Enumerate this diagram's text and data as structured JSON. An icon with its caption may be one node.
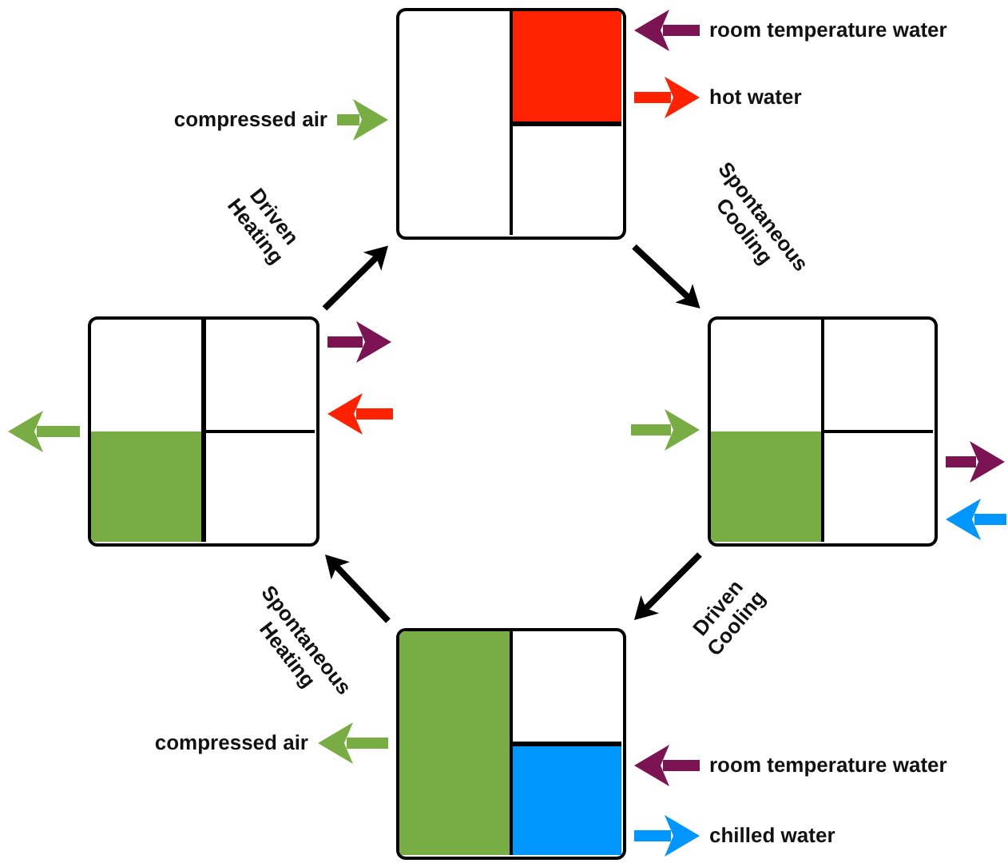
{
  "diagram": {
    "nodes": [
      {
        "text": [],
        "shape": "box"
      },
      {
        "text": [
          "room temperature water"
        ]
      },
      {
        "text": [
          "hot water"
        ]
      },
      {
        "text": [
          "compressed air"
        ]
      },
      {
        "text": [],
        "shape": "box"
      },
      {
        "text": [],
        "shape": "box"
      },
      {
        "text": [],
        "shape": "box"
      },
      {
        "text": [
          "compressed air"
        ]
      },
      {
        "text": [
          "room temperature water"
        ]
      },
      {
        "text": [
          "chilled water"
        ]
      }
    ],
    "edges": [
      {
        "from": 1,
        "to": 0,
        "arrow": "to",
        "color": "#7c1352"
      },
      {
        "from": 0,
        "to": 2,
        "arrow": "to",
        "color": "#ff2200"
      },
      {
        "from": 3,
        "to": 0,
        "arrow": "to",
        "color": "#78ad44"
      },
      {
        "from": 0,
        "to": 5,
        "arrow": "to",
        "label": "Spontaneous Cooling",
        "color": "#000000"
      },
      {
        "from": 4,
        "to": 0,
        "arrow": "to",
        "label": "Driven Heating",
        "color": "#000000"
      },
      {
        "from": 4,
        "to": null,
        "arrow": "to",
        "color": "#7c1352"
      },
      {
        "from": null,
        "to": 4,
        "arrow": "to",
        "color": "#ff2200"
      },
      {
        "from": 4,
        "to": null,
        "arrow": "to",
        "color": "#78ad44"
      },
      {
        "from": null,
        "to": 5,
        "arrow": "to",
        "color": "#78ad44"
      },
      {
        "from": 5,
        "to": null,
        "arrow": "to",
        "color": "#7c1352"
      },
      {
        "from": null,
        "to": 5,
        "arrow": "to",
        "color": "#0096ff"
      },
      {
        "from": 5,
        "to": 6,
        "arrow": "to",
        "label": "Driven Cooling",
        "color": "#000000"
      },
      {
        "from": 6,
        "to": 4,
        "arrow": "to",
        "label": "Spontaneous Heating",
        "color": "#000000"
      },
      {
        "from": 6,
        "to": 7,
        "arrow": "to",
        "color": "#78ad44"
      },
      {
        "from": 8,
        "to": 6,
        "arrow": "to",
        "color": "#7c1352"
      },
      {
        "from": 6,
        "to": 9,
        "arrow": "to",
        "color": "#0096ff"
      }
    ]
  }
}
